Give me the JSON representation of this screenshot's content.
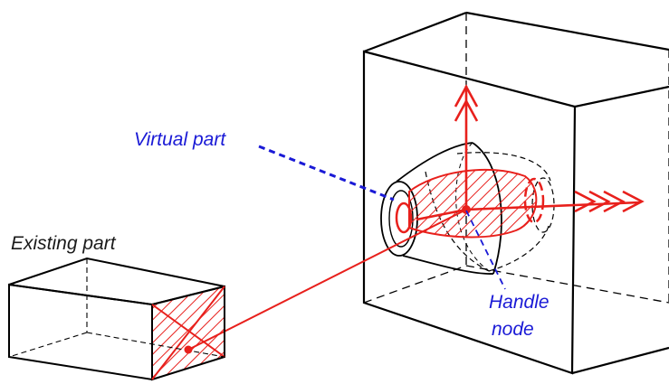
{
  "labels": {
    "virtual_part": "Virtual part",
    "existing_part": "Existing part",
    "handle_node_line1": "Handle",
    "handle_node_line2": "node"
  },
  "colors": {
    "outline": "#000000",
    "accent_red": "#e8201c",
    "annotation_blue": "#1a1ad6",
    "existing_label": "#1a1a1a",
    "background": "#ffffff"
  }
}
